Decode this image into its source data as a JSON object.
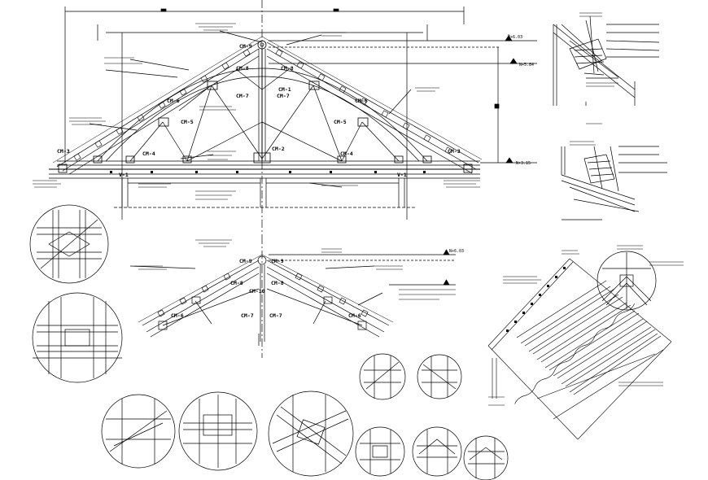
{
  "upper_truss": {
    "members": {
      "cm9": "CM-9",
      "cm8l": "CM-8",
      "cm8r": "CM-8",
      "cm6l": "CM-6",
      "cm6r": "CM-6",
      "cm7l": "CM-7",
      "cm7r": "CM-7",
      "cm1": "CM-1",
      "cm5l": "CM-5",
      "cm5r": "CM-5",
      "cm3l": "CM-3",
      "cm3r": "CM-3",
      "cm4l": "CM-4",
      "cm4r": "CM-4",
      "cm2": "CM-2",
      "v1l": "V-1",
      "v1r": "V-1"
    },
    "levels": {
      "top": "N+6.03",
      "mid": "N+5.84",
      "eave": "N+3.15"
    }
  },
  "lower_truss": {
    "members": {
      "cm9l": "CM-9",
      "cm9r": "CM-9",
      "cm8l": "CM-8",
      "cm8r": "CM-8",
      "cm10": "CM-10",
      "cm6l": "CM-6",
      "cm6r": "CM-6",
      "cm7l": "CM-7",
      "cm7r": "CM-7"
    },
    "levels": {
      "top": "N+6.03"
    }
  }
}
